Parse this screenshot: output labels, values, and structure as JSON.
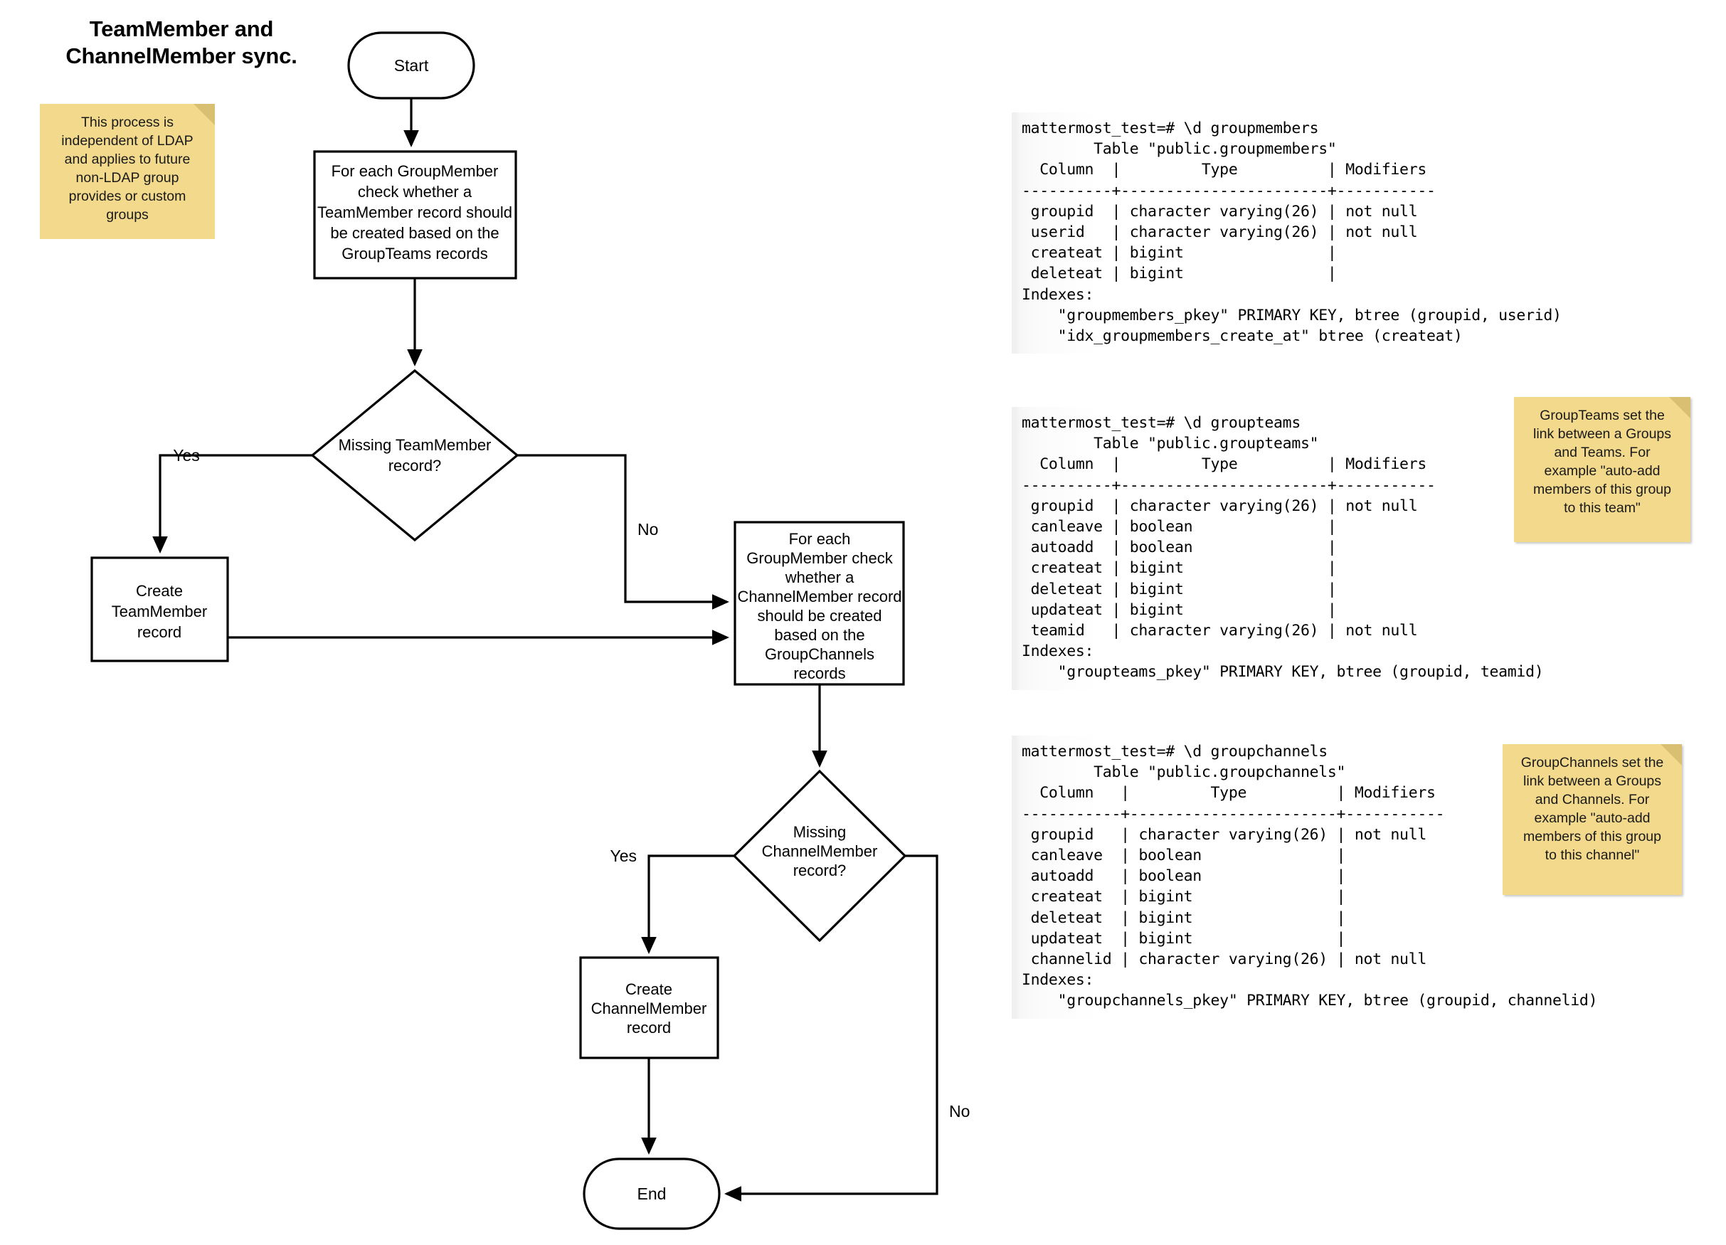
{
  "title": "TeamMember and\nChannelMember sync.",
  "flowchart": {
    "nodes": {
      "start": "Start",
      "process_team": "For each GroupMember check whether a TeamMember record should be created based on the GroupTeams records",
      "process_team_lines": [
        "For each GroupMember",
        "check whether a",
        "TeamMember record should",
        "be created based on the",
        "GroupTeams records"
      ],
      "decision_team": "Missing TeamMember record?",
      "decision_team_lines": [
        "Missing TeamMember",
        "record?"
      ],
      "create_team": "Create TeamMember record",
      "create_team_lines": [
        "Create",
        "TeamMember",
        "record"
      ],
      "process_channel": "For each GroupMember check whether a ChannelMember record should be created based on the GroupChannels records",
      "process_channel_lines": [
        "For each",
        "GroupMember check",
        "whether a",
        "ChannelMember record",
        "should be created",
        "based on the",
        "GroupChannels",
        "records"
      ],
      "decision_channel": "Missing ChannelMember record?",
      "decision_channel_lines": [
        "Missing",
        "ChannelMember",
        "record?"
      ],
      "create_channel": "Create ChannelMember record",
      "create_channel_lines": [
        "Create",
        "ChannelMember",
        "record"
      ],
      "end": "End"
    },
    "edge_labels": {
      "team_yes": "Yes",
      "team_no": "No",
      "channel_yes": "Yes",
      "channel_no": "No"
    }
  },
  "notes": {
    "ldap": "This process is\nindependent of LDAP\nand applies to future\nnon-LDAP group\nprovides or custom\ngroups",
    "groupteams": "GroupTeams set the\nlink between a Groups\nand Teams. For\nexample \"auto-add\nmembers of this group\nto this team\"",
    "groupchannels": "GroupChannels set the\nlink between a Groups\nand Channels. For\nexample \"auto-add\nmembers of this group\nto this channel\""
  },
  "terminals": {
    "groupmembers": "mattermost_test=# \\d groupmembers\n        Table \"public.groupmembers\"\n  Column  |         Type          | Modifiers\n----------+-----------------------+-----------\n groupid  | character varying(26) | not null\n userid   | character varying(26) | not null\n createat | bigint                |\n deleteat | bigint                |\nIndexes:\n    \"groupmembers_pkey\" PRIMARY KEY, btree (groupid, userid)\n    \"idx_groupmembers_create_at\" btree (createat)",
    "groupteams": "mattermost_test=# \\d groupteams\n        Table \"public.groupteams\"\n  Column  |         Type          | Modifiers\n----------+-----------------------+-----------\n groupid  | character varying(26) | not null\n canleave | boolean               |\n autoadd  | boolean               |\n createat | bigint                |\n deleteat | bigint                |\n updateat | bigint                |\n teamid   | character varying(26) | not null\nIndexes:\n    \"groupteams_pkey\" PRIMARY KEY, btree (groupid, teamid)",
    "groupchannels": "mattermost_test=# \\d groupchannels\n        Table \"public.groupchannels\"\n  Column   |         Type          | Modifiers\n-----------+-----------------------+-----------\n groupid   | character varying(26) | not null\n canleave  | boolean               |\n autoadd   | boolean               |\n createat  | bigint                |\n deleteat  | bigint                |\n updateat  | bigint                |\n channelid | character varying(26) | not null\nIndexes:\n    \"groupchannels_pkey\" PRIMARY KEY, btree (groupid, channelid)"
  },
  "colors": {
    "note_bg": "#f2d98c",
    "note_fold": "#d9bf72",
    "stroke": "#000000",
    "shape_fill": "#ffffff"
  }
}
